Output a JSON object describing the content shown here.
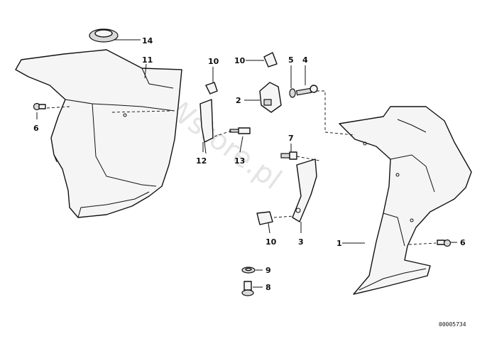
{
  "diagram": {
    "watermark": "BMWstore.pl",
    "reference": "00005734",
    "callouts": {
      "p14": "14",
      "p11": "11",
      "p6_left": "6",
      "p10_mid": "10",
      "p10_top": "10",
      "p5": "5",
      "p4": "4",
      "p2": "2",
      "p7": "7",
      "p12": "12",
      "p13": "13",
      "p1": "1",
      "p6_right": "6",
      "p10_low": "10",
      "p3": "3",
      "p9": "9",
      "p8": "8"
    }
  }
}
